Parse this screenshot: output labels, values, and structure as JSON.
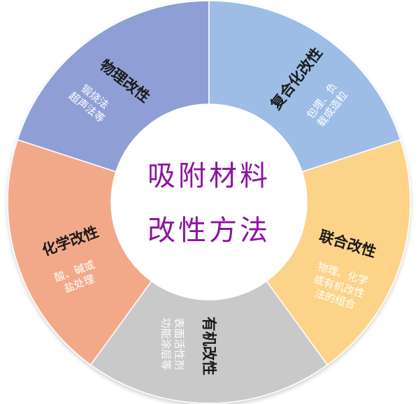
{
  "center": {
    "line1": "吸附材料",
    "line2": "改性方法"
  },
  "segments": [
    {
      "key": "physical",
      "title": "物理改性",
      "desc": [
        "锻烧法",
        "超声法等"
      ],
      "color": "#8f9fd6"
    },
    {
      "key": "composite",
      "title": "复合化改性",
      "desc": [
        "包埋、负",
        "载或造粒"
      ],
      "color": "#9dbde6"
    },
    {
      "key": "combined",
      "title": "联合改性",
      "desc": [
        "物理、化学",
        "或有机改性",
        "法的组合"
      ],
      "color": "#fdd389"
    },
    {
      "key": "organic",
      "title": "有机改性",
      "desc": [
        "表面活性剂",
        "功能涂层等"
      ],
      "color": "#c9c9c9"
    },
    {
      "key": "chemical",
      "title": "化学改性",
      "desc": [
        "酸、碱或",
        "盐处理"
      ],
      "color": "#f2a989"
    }
  ]
}
